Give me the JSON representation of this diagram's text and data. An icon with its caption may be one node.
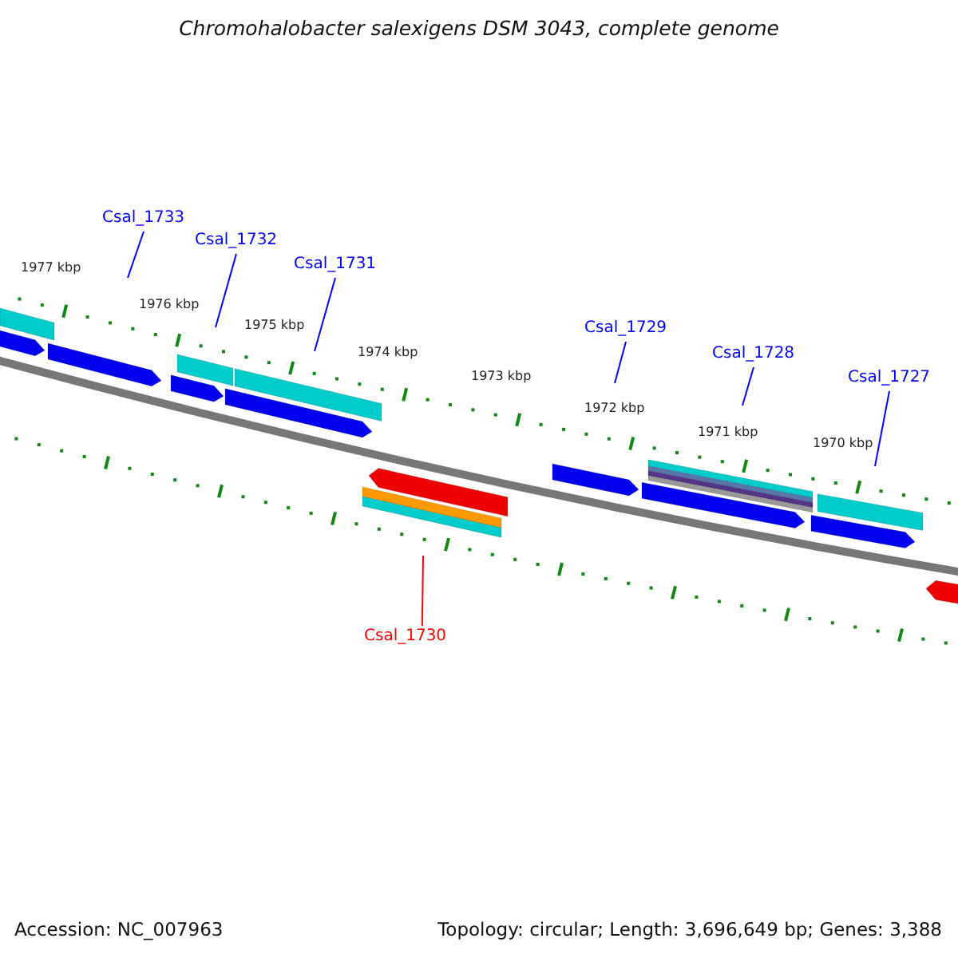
{
  "diagram": {
    "title": "Chromohalobacter salexigens DSM 3043, complete genome",
    "nodes": [
      {
        "text": [
          "Csal_1733"
        ]
      },
      {
        "text": [
          "Csal_1732"
        ]
      },
      {
        "text": [
          "Csal_1731"
        ]
      },
      {
        "text": [
          "Csal_1729"
        ]
      },
      {
        "text": [
          "Csal_1728"
        ]
      },
      {
        "text": [
          "Csal_1727"
        ]
      },
      {
        "text": [
          "Csal_1730"
        ]
      }
    ],
    "edges": [
      {
        "from": 0,
        "to": null,
        "arrow": "none"
      },
      {
        "from": 1,
        "to": null,
        "arrow": "none"
      },
      {
        "from": 2,
        "to": null,
        "arrow": "none"
      },
      {
        "from": 3,
        "to": null,
        "arrow": "none"
      },
      {
        "from": 4,
        "to": null,
        "arrow": "none"
      },
      {
        "from": 5,
        "to": null,
        "arrow": "none"
      },
      {
        "from": 6,
        "to": null,
        "arrow": "none",
        "color": "#ff0000"
      }
    ],
    "labels": [
      "1977 kbp",
      "1976 kbp",
      "1975 kbp",
      "1974 kbp",
      "1973 kbp",
      "1972 kbp",
      "1971 kbp",
      "1970 kbp",
      "Accession: NC_007963",
      "Topology: circular; Length: 3,696,649 bp; Genes: 3,388"
    ]
  }
}
